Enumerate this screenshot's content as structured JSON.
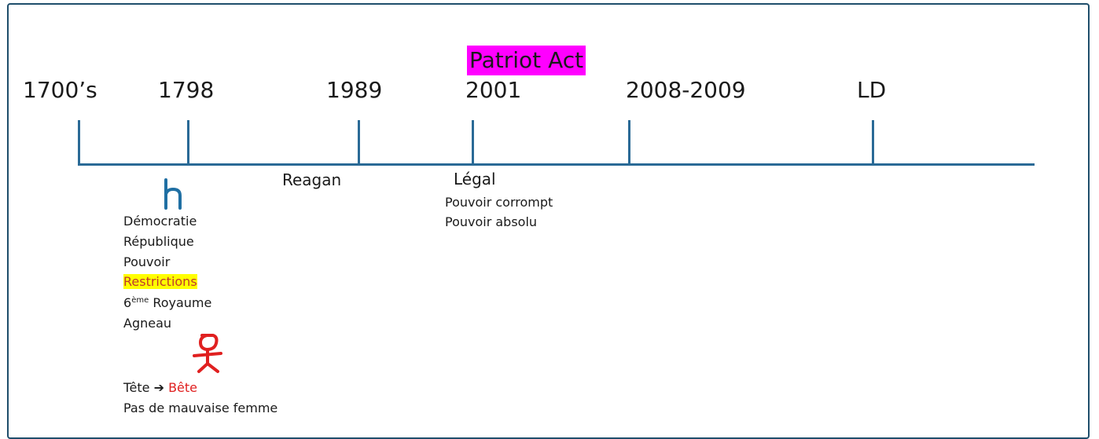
{
  "top_label": "Patriot Act",
  "years": [
    "1700’s",
    "1798",
    "1989",
    "2001",
    "2008-2009",
    "LD"
  ],
  "reagan": "Reagan",
  "legal": {
    "title": "Légal",
    "line1": "Pouvoir corrompt",
    "line2": "Pouvoir absolu"
  },
  "list_1798": {
    "democratie": "Démocratie",
    "republique": "République",
    "pouvoir": "Pouvoir",
    "restrictions": "Restrictions",
    "royaume_num": "6",
    "royaume_sup": "ème",
    "royaume": " Royaume",
    "agneau": "Agneau",
    "tete": "Tête",
    "arrow": "➔",
    "bete": "Bête",
    "femme": "Pas de mauvaise femme"
  },
  "colors": {
    "axis": "#2a6a96",
    "frame": "#1f4e6b",
    "highlight_magenta": "#ff00ff",
    "highlight_yellow": "#ffff00",
    "red": "#e02020",
    "symbol_blue": "#1f6fa3"
  },
  "icons": {
    "h_symbol": "blue-h-glyph",
    "figure": "red-stick-figure-icon"
  }
}
